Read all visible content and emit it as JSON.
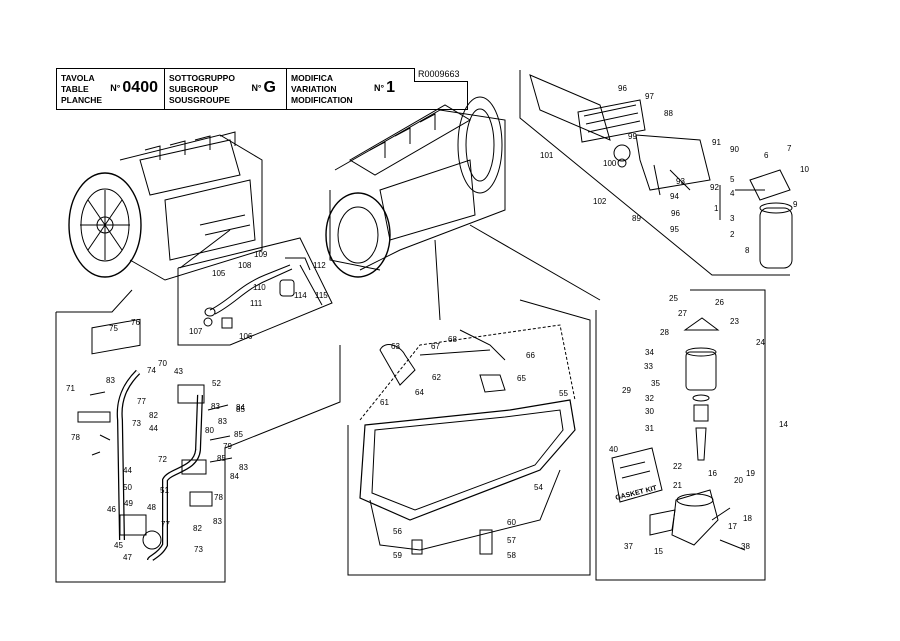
{
  "header": {
    "table_labels": [
      "TAVOLA",
      "TABLE",
      "PLANCHE"
    ],
    "table_no_prefix": "N°",
    "table_no": "0400",
    "group_labels": [
      "SOTTOGRUPPO",
      "SUBGROUP",
      "SOUSGROUPE"
    ],
    "group_no_prefix": "N°",
    "group_no": "G",
    "mod_labels": [
      "MODIFICA",
      "VARIATION",
      "MODIFICATION"
    ],
    "mod_no_prefix": "N°",
    "mod_no": "1",
    "reference": "R0009663"
  },
  "kit_label": "GASKET KIT",
  "callouts": {
    "top_center": [
      "109",
      "108",
      "112",
      "105",
      "110",
      "114",
      "111",
      "115",
      "107",
      "106"
    ],
    "top_right": [
      "96",
      "97",
      "88",
      "101",
      "99",
      "100",
      "91",
      "90",
      "6",
      "7",
      "10",
      "93",
      "92",
      "5",
      "4",
      "9",
      "94",
      "102",
      "1",
      "3",
      "96",
      "89",
      "95",
      "2",
      "8"
    ],
    "left_lines": [
      "75",
      "76",
      "74",
      "70",
      "43",
      "71",
      "83",
      "77",
      "52",
      "82",
      "85",
      "84",
      "83",
      "78",
      "73",
      "44",
      "83",
      "80",
      "79",
      "85",
      "83",
      "85",
      "72",
      "84",
      "44",
      "50",
      "51",
      "78",
      "49",
      "48",
      "46",
      "77",
      "82",
      "83",
      "45",
      "47",
      "73"
    ],
    "oil_pan": [
      "63",
      "67",
      "68",
      "66",
      "62",
      "65",
      "64",
      "61",
      "55",
      "54",
      "56",
      "60",
      "57",
      "59",
      "58"
    ],
    "filter": [
      "25",
      "26",
      "27",
      "23",
      "28",
      "24",
      "34",
      "33",
      "35",
      "29",
      "32",
      "30",
      "31",
      "14",
      "40",
      "22",
      "16",
      "20",
      "19",
      "21",
      "18",
      "17",
      "37",
      "15",
      "38"
    ]
  }
}
